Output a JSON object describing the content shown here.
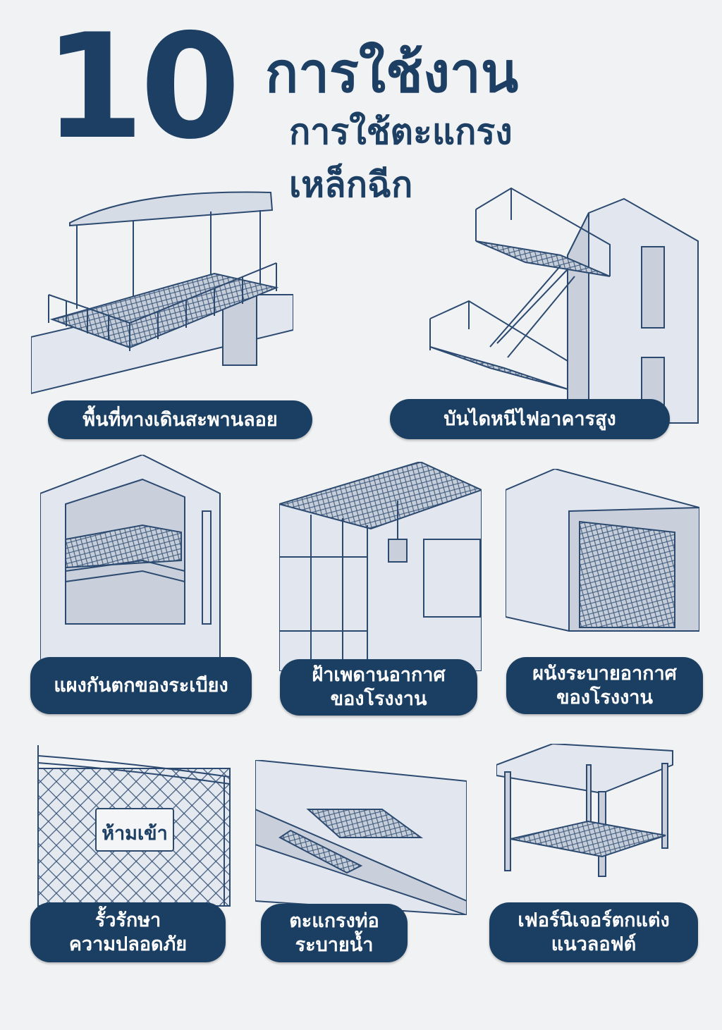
{
  "title": {
    "number": "10",
    "line1": "การใช้งาน",
    "line2": "การใช้ตะแกรง",
    "line3": "เหล็กฉีก"
  },
  "items": [
    {
      "label": [
        "พื้นที่ทางเดินสะพานลอย"
      ],
      "illustration": "walkway-bridge"
    },
    {
      "label": [
        "บันไดหนีไฟอาคารสูง"
      ],
      "illustration": "fire-escape-stairs"
    },
    {
      "label": [
        "แผงกันตกของระเบียง"
      ],
      "illustration": "balcony-guard"
    },
    {
      "label": [
        "ฝ้าเพดานอากาศ",
        "ของโรงงาน"
      ],
      "illustration": "ventilated-ceiling"
    },
    {
      "label": [
        "ผนังระบายอากาศ",
        "ของโรงงาน"
      ],
      "illustration": "ventilated-wall"
    },
    {
      "label": [
        "รั้วรักษา",
        "ความปลอดภัย"
      ],
      "illustration": "security-fence",
      "sign": "ห้ามเข้า"
    },
    {
      "label": [
        "ตะแกรงท่อ",
        "ระบายน้ำ"
      ],
      "illustration": "drain-grate"
    },
    {
      "label": [
        "เฟอร์นิเจอร์ตกแต่ง",
        "แนวลอฟต์"
      ],
      "illustration": "loft-table"
    }
  ],
  "colors": {
    "navy": "#1b3f63",
    "background": "#f1f2f4",
    "line": "#2c4a70"
  }
}
